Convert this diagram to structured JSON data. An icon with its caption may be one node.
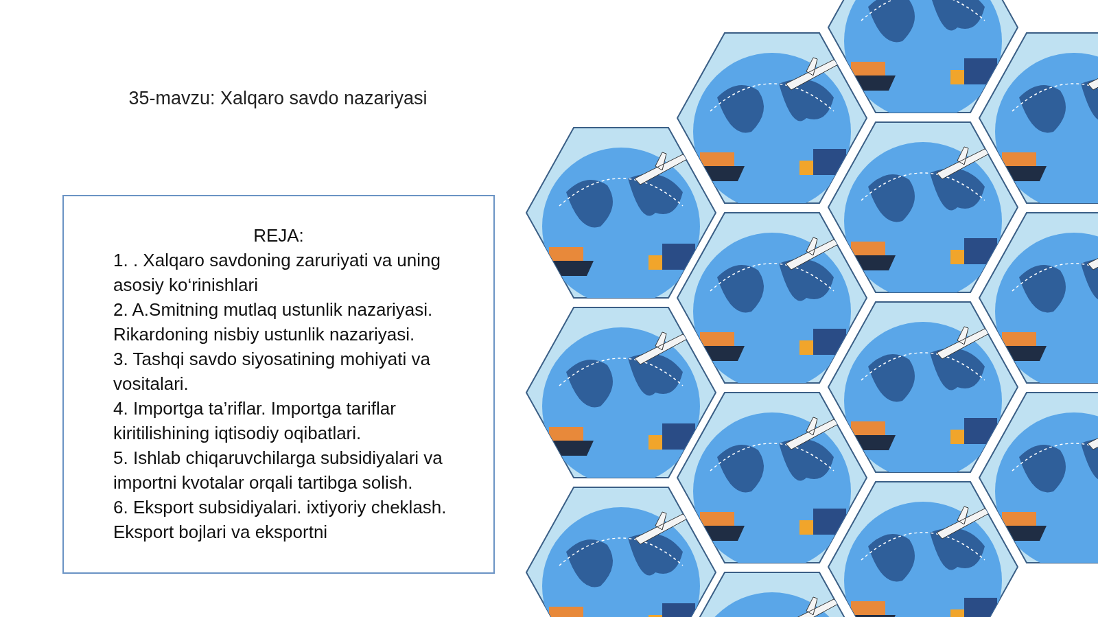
{
  "diagram": {
    "title": "35-mavzu: Xalqaro savdo nazariyasi",
    "nodes": [
      {
        "text": [
          "REJA:",
          "1. . Xalqaro savdoning zaruriyati va uning asosiy ko‘rinishlari",
          "2. A.Smitning mutlaq ustunlik nazariyasi. Rikardoning nisbiy ustunlik nazariyasi.",
          "3. Tashqi savdo siyosatining mohiyati va vositalari.",
          "4.  Importga ta’riflar. Importga tariflar kiritilishining iqtisodiy oqibatlari.",
          "5. Ishlab chiqaruvchilarga subsidiyalari va importni kvotalar orqali tartibga solish.",
          "6.  Eksport subsidiyalari. ixtiyoriy cheklash. Eksport bojlari va eksportni"
        ]
      }
    ]
  }
}
